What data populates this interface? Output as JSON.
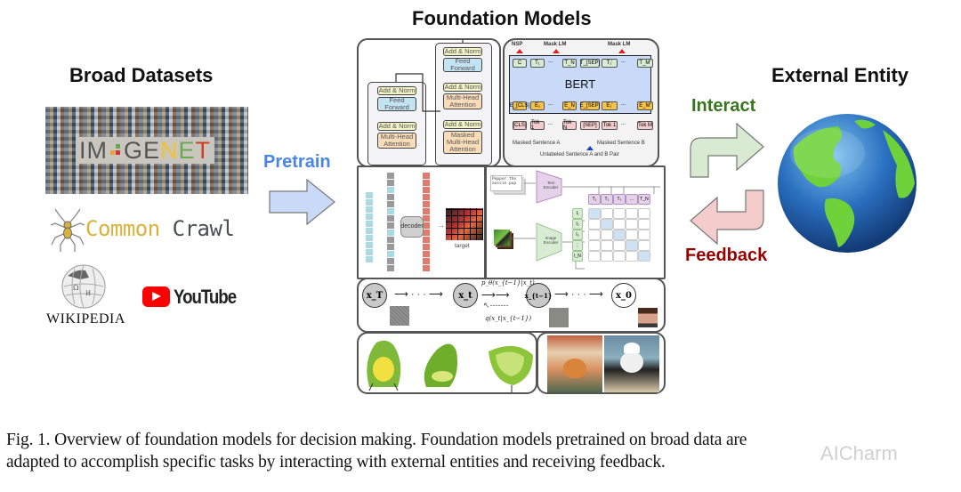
{
  "headings": {
    "broad_datasets": "Broad Datasets",
    "foundation_models": "Foundation Models",
    "external_entity": "External Entity"
  },
  "datasets": {
    "imagenet": {
      "prefix": "IM",
      "middle": "GE",
      "n": "N",
      "e": "E",
      "t": "T"
    },
    "common_crawl": {
      "word1": "Common",
      "word2": "Crawl"
    },
    "wikipedia": "WIKIPEDIA",
    "youtube": "YouTube"
  },
  "arrows": {
    "pretrain": "Pretrain",
    "interact": "Interact",
    "feedback": "Feedback"
  },
  "transformer": {
    "add_norm": "Add & Norm",
    "feed_forward": "Feed Forward",
    "multi_head_attention": "Multi-Head Attention",
    "masked_multi_head_attention": "Masked Multi-Head Attention"
  },
  "bert": {
    "title": "BERT",
    "heads": [
      "NSP",
      "Mask LM",
      "Mask LM"
    ],
    "outputs": [
      "C",
      "T₁",
      "...",
      "T_N",
      "T_[SEP]",
      "T₁'",
      "...",
      "T_M'"
    ],
    "embeddings": [
      "E_[CLS]",
      "E₁",
      "...",
      "E_N",
      "E_[SEP]",
      "E₁'",
      "...",
      "E_M'"
    ],
    "tokens": [
      "[CLS]",
      "Tok 1",
      "...",
      "Tok N",
      "[SEP]",
      "Tok 1",
      "...",
      "Tok M"
    ],
    "sentence_a": "Masked Sentence A",
    "sentence_b": "Masked Sentence B",
    "pair_label": "Unlabeled Sentence A and B Pair"
  },
  "mae": {
    "decoder": "decoder",
    "target": "target"
  },
  "clip": {
    "text_input": "Pepper the aussie pup",
    "text_encoder": "Text Encoder",
    "image_encoder": "Image Encoder",
    "text_features": [
      "T₁",
      "T₂",
      "T₃",
      "...",
      "T_N"
    ],
    "image_features": [
      "I₁",
      "I₂",
      "I₃",
      "⋮",
      "I_N"
    ]
  },
  "diffusion": {
    "x_T": "x_T",
    "x_t": "x_t",
    "x_t_minus_1": "x_{t−1}",
    "x_0": "x_0",
    "forward_label": "p_θ(x_{t−1}|x_t)",
    "reverse_label": "q(x_t|x_{t−1})",
    "dots": "· · ·"
  },
  "caption": {
    "line1": "Fig. 1.  Overview of foundation models for decision making. Foundation models pretrained on broad data are",
    "line2": "adapted to accomplish specific tasks by interacting with external entities and receiving feedback."
  },
  "watermark": "AICharm",
  "colors": {
    "pretrain_text": "#4a86e8",
    "interact_text": "#38761d",
    "feedback_text": "#990000",
    "pretrain_arrow_fill": "#c9daf8",
    "interact_arrow_fill": "#d9ead3",
    "feedback_arrow_fill": "#f4cccc",
    "bert_body": "#c9daf8",
    "common_crawl_gold": "#d8b23c",
    "common_crawl_gray": "#4a4f55",
    "youtube_red": "#ff0000"
  }
}
